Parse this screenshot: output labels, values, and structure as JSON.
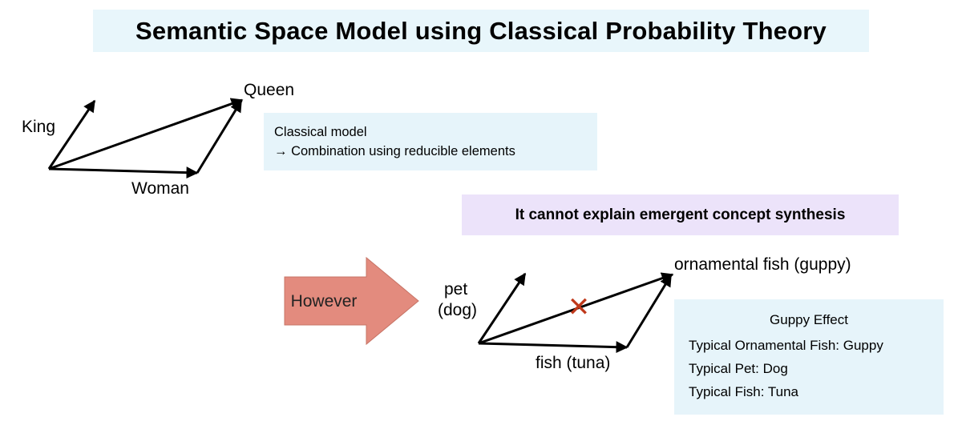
{
  "title": "Semantic Space Model using Classical Probability Theory",
  "top_diagram": {
    "labels": {
      "king": "King",
      "queen": "Queen",
      "woman": "Woman"
    }
  },
  "classical_box": {
    "line1": "Classical model",
    "line2": "→ Combination using reducible elements"
  },
  "callout": "It cannot explain emergent concept synthesis",
  "however_arrow": {
    "label": "However",
    "color": "#e38b7e"
  },
  "bottom_diagram": {
    "labels": {
      "pet": "pet",
      "pet_sub": "(dog)",
      "ornamental": "ornamental fish (guppy)",
      "fish": "fish (tuna)"
    },
    "cross_mark": "✕",
    "cross_color": "#c0391b"
  },
  "guppy_box": {
    "title": "Guppy Effect",
    "lines": [
      "Typical Ornamental Fish: Guppy",
      "Typical Pet: Dog",
      "Typical Fish: Tuna"
    ]
  },
  "colors": {
    "title_bg": "#e8f6fb",
    "info_bg": "#e6f4fa",
    "callout_bg": "#ece3fa"
  }
}
